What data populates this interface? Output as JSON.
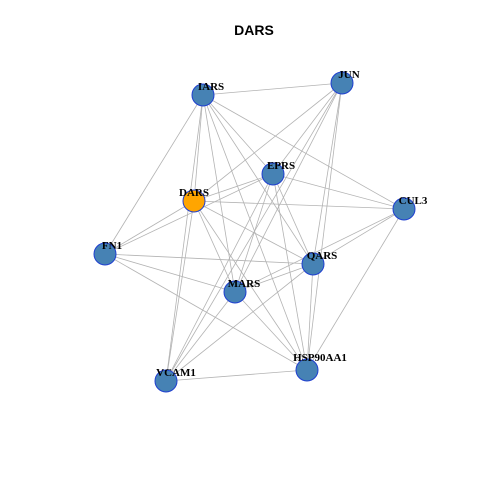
{
  "title": "DARS",
  "colors": {
    "node_default": "#4682b4",
    "node_highlight": "#ffa500",
    "node_stroke": "#1f3fd0",
    "edge": "#b3b3b3"
  },
  "nodes": [
    {
      "id": "DARS",
      "label": "DARS",
      "highlight": true
    },
    {
      "id": "IARS",
      "label": "IARS",
      "highlight": false
    },
    {
      "id": "JUN",
      "label": "JUN",
      "highlight": false
    },
    {
      "id": "EPRS",
      "label": "EPRS",
      "highlight": false
    },
    {
      "id": "CUL3",
      "label": "CUL3",
      "highlight": false
    },
    {
      "id": "FN1",
      "label": "FN1",
      "highlight": false
    },
    {
      "id": "QARS",
      "label": "QARS",
      "highlight": false
    },
    {
      "id": "MARS",
      "label": "MARS",
      "highlight": false
    },
    {
      "id": "HSP90AA1",
      "label": "HSP90AA1",
      "highlight": false
    },
    {
      "id": "VCAM1",
      "label": "VCAM1",
      "highlight": false
    }
  ],
  "edges": [
    [
      "IARS",
      "JUN"
    ],
    [
      "IARS",
      "EPRS"
    ],
    [
      "IARS",
      "DARS"
    ],
    [
      "IARS",
      "CUL3"
    ],
    [
      "IARS",
      "FN1"
    ],
    [
      "IARS",
      "QARS"
    ],
    [
      "IARS",
      "MARS"
    ],
    [
      "IARS",
      "HSP90AA1"
    ],
    [
      "IARS",
      "VCAM1"
    ],
    [
      "JUN",
      "EPRS"
    ],
    [
      "JUN",
      "DARS"
    ],
    [
      "JUN",
      "QARS"
    ],
    [
      "JUN",
      "MARS"
    ],
    [
      "JUN",
      "HSP90AA1"
    ],
    [
      "JUN",
      "VCAM1"
    ],
    [
      "EPRS",
      "DARS"
    ],
    [
      "EPRS",
      "CUL3"
    ],
    [
      "EPRS",
      "FN1"
    ],
    [
      "EPRS",
      "QARS"
    ],
    [
      "EPRS",
      "MARS"
    ],
    [
      "EPRS",
      "HSP90AA1"
    ],
    [
      "EPRS",
      "VCAM1"
    ],
    [
      "DARS",
      "CUL3"
    ],
    [
      "DARS",
      "FN1"
    ],
    [
      "DARS",
      "QARS"
    ],
    [
      "DARS",
      "MARS"
    ],
    [
      "DARS",
      "HSP90AA1"
    ],
    [
      "DARS",
      "VCAM1"
    ],
    [
      "CUL3",
      "QARS"
    ],
    [
      "CUL3",
      "MARS"
    ],
    [
      "CUL3",
      "HSP90AA1"
    ],
    [
      "FN1",
      "QARS"
    ],
    [
      "FN1",
      "MARS"
    ],
    [
      "FN1",
      "HSP90AA1"
    ],
    [
      "QARS",
      "MARS"
    ],
    [
      "QARS",
      "HSP90AA1"
    ],
    [
      "QARS",
      "VCAM1"
    ],
    [
      "MARS",
      "HSP90AA1"
    ],
    [
      "MARS",
      "VCAM1"
    ],
    [
      "HSP90AA1",
      "VCAM1"
    ]
  ]
}
